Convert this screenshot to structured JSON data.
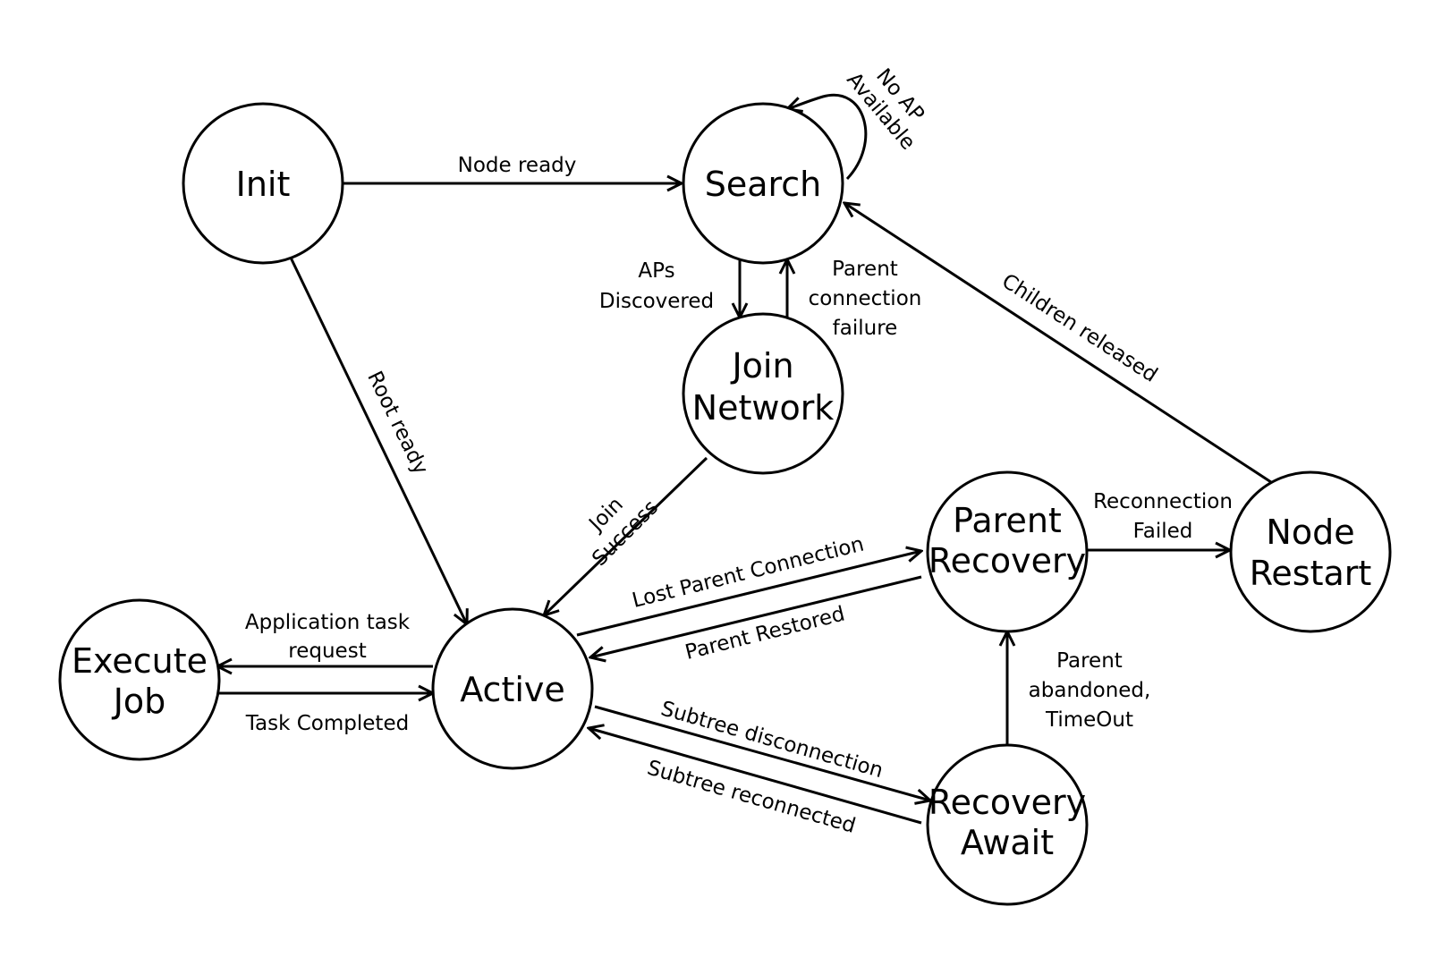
{
  "colors": {
    "ink": "#000000",
    "background": "#ffffff"
  },
  "states": {
    "init": "Init",
    "search": "Search",
    "join_line1": "Join",
    "join_line2": "Network",
    "active": "Active",
    "execute_line1": "Execute",
    "execute_line2": "Job",
    "parent_recovery_line1": "Parent",
    "parent_recovery_line2": "Recovery",
    "node_restart_line1": "Node",
    "node_restart_line2": "Restart",
    "recovery_await_line1": "Recovery",
    "recovery_await_line2": "Await"
  },
  "transitions": {
    "node_ready": "Node ready",
    "no_ap_line1": "No AP",
    "no_ap_line2": "Available",
    "aps_discovered_line1": "APs",
    "aps_discovered_line2": "Discovered",
    "parent_conn_fail_line1": "Parent",
    "parent_conn_fail_line2": "connection",
    "parent_conn_fail_line3": "failure",
    "children_released": "Children released",
    "root_ready": "Root ready",
    "join_success_line1": "Join",
    "join_success_line2": "Success",
    "lost_parent_connection": "Lost Parent Connection",
    "parent_restored": "Parent Restored",
    "reconnection_failed_line1": "Reconnection",
    "reconnection_failed_line2": "Failed",
    "app_task_request_line1": "Application task",
    "app_task_request_line2": "request",
    "task_completed": "Task Completed",
    "subtree_disconnection": "Subtree disconnection",
    "subtree_reconnected": "Subtree reconnected",
    "parent_abandoned_line1": "Parent",
    "parent_abandoned_line2": "abandoned,",
    "parent_abandoned_line3": "TimeOut"
  }
}
